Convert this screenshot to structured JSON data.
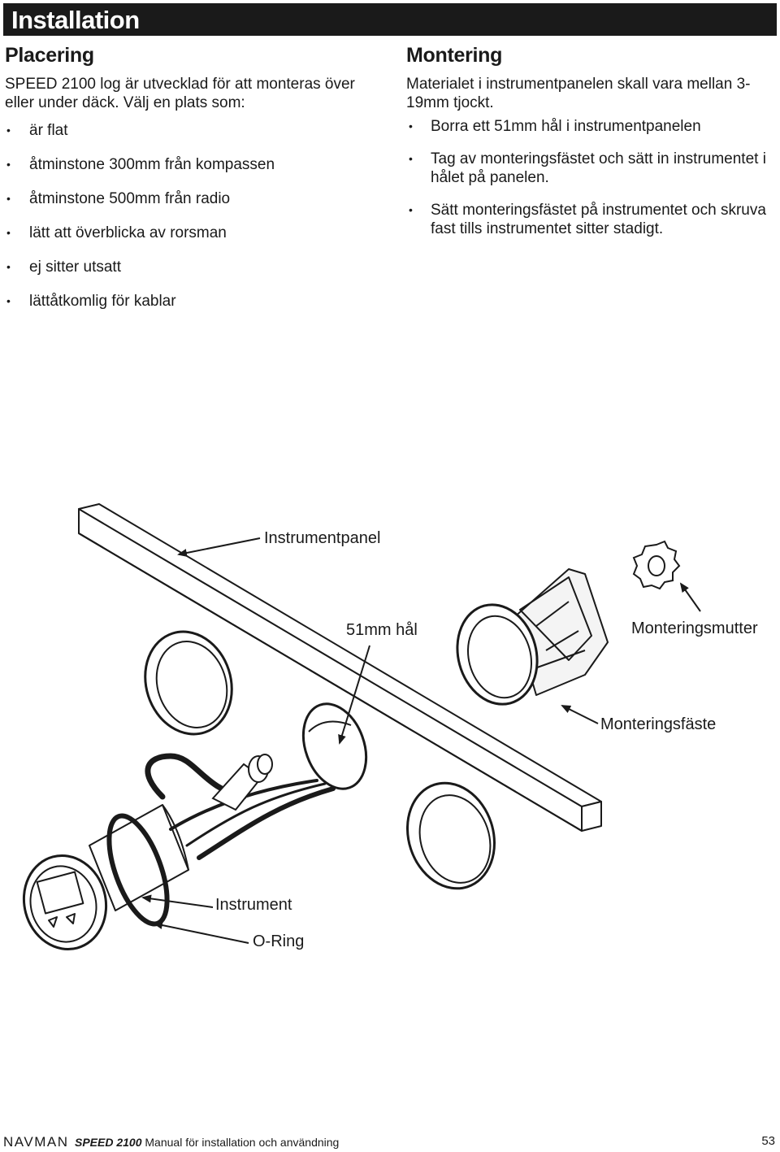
{
  "header": {
    "title": "Installation"
  },
  "placering": {
    "heading": "Placering",
    "intro": "SPEED 2100 log är utvecklad för att monteras över eller under däck. Välj en plats som:",
    "bullets": [
      "är flat",
      "åtminstone 300mm från kompassen",
      "åtminstone 500mm från radio",
      "lätt att överblicka av rorsman",
      "ej sitter utsatt",
      "lättåtkomlig för kablar"
    ]
  },
  "montering": {
    "heading": "Montering",
    "intro": "Materialet i instrumentpanelen skall vara mellan 3-19mm tjockt.",
    "bullets": [
      "Borra ett 51mm hål i instrumentpanelen",
      "Tag av monteringsfästet och sätt in instrumentet i hålet på panelen.",
      "Sätt monteringsfästet på instrumentet och skruva fast tills instrumentet sitter stadigt."
    ]
  },
  "diagram": {
    "labels": {
      "instrumentpanel": "Instrumentpanel",
      "hole": "51mm hål",
      "mutter": "Monteringsmutter",
      "faste": "Monteringsfäste",
      "instrument": "Instrument",
      "oring": "O-Ring"
    }
  },
  "footer": {
    "brand": "NAVMAN",
    "model": "SPEED 2100",
    "manual_title": "Manual för installation och användning",
    "page_number": "53"
  }
}
